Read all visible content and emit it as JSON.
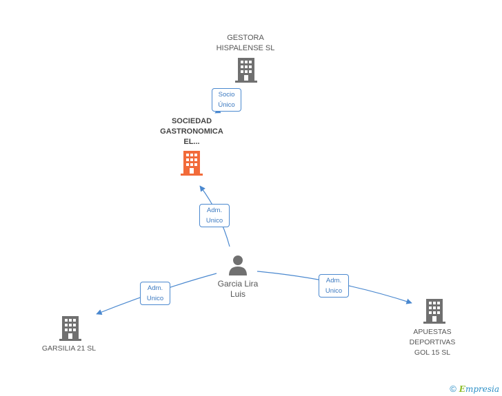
{
  "nodes": {
    "gestora": {
      "label_lines": [
        "GESTORA",
        "HISPALENSE SL"
      ]
    },
    "sociedad": {
      "label_lines": [
        "SOCIEDAD",
        "GASTRONOMICA",
        "EL..."
      ]
    },
    "person": {
      "label_lines": [
        "Garcia Lira",
        "Luis"
      ]
    },
    "garsilia": {
      "label_lines": [
        "GARSILIA 21 SL"
      ]
    },
    "apuestas": {
      "label_lines": [
        "APUESTAS",
        "DEPORTIVAS",
        "GOL 15 SL"
      ]
    }
  },
  "edges": {
    "socio": {
      "lines": [
        "Socio",
        "Único"
      ]
    },
    "adm_sociedad": {
      "lines": [
        "Adm.",
        "Unico"
      ]
    },
    "adm_garsilia": {
      "lines": [
        "Adm.",
        "Unico"
      ]
    },
    "adm_apuestas": {
      "lines": [
        "Adm.",
        "Unico"
      ]
    }
  },
  "footer": {
    "copyright": "©",
    "brand_first": "E",
    "brand_rest": "mpresia"
  },
  "colors": {
    "edge": "#4a88cf",
    "company": "#707070",
    "focus": "#f26b3a",
    "person": "#707070"
  }
}
